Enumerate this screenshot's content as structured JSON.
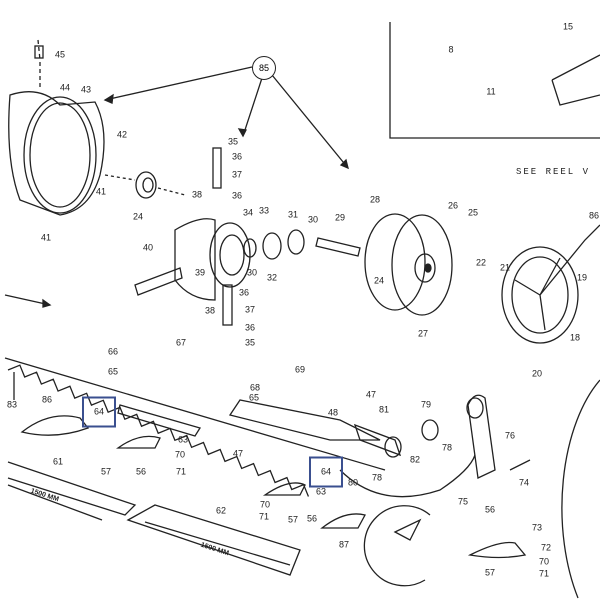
{
  "diagram": {
    "callout_label": "85",
    "inset_note": "SEE REEL V",
    "blade_length_labels": [
      "1500 MM",
      "1500 MM"
    ],
    "highlighted_labels": [
      "64",
      "64"
    ],
    "part_labels": [
      "45",
      "44",
      "43",
      "42",
      "41",
      "41",
      "24",
      "35",
      "36",
      "37",
      "38",
      "36",
      "34",
      "33",
      "31",
      "30",
      "29",
      "28",
      "26",
      "25",
      "22",
      "21",
      "19",
      "24",
      "27",
      "40",
      "39",
      "30",
      "32",
      "36",
      "38",
      "37",
      "36",
      "35",
      "18",
      "20",
      "15",
      "8",
      "11",
      "86",
      "67",
      "66",
      "65",
      "86",
      "83",
      "63",
      "70",
      "71",
      "57",
      "56",
      "61",
      "62",
      "69",
      "68",
      "65",
      "47",
      "47",
      "48",
      "81",
      "79",
      "78",
      "76",
      "82",
      "78",
      "80",
      "63",
      "74",
      "75",
      "56",
      "73",
      "72",
      "70",
      "71",
      "57",
      "56",
      "87",
      "70",
      "71",
      "57"
    ],
    "line_color": "#222222",
    "highlight_color": "#3a4f8f"
  }
}
